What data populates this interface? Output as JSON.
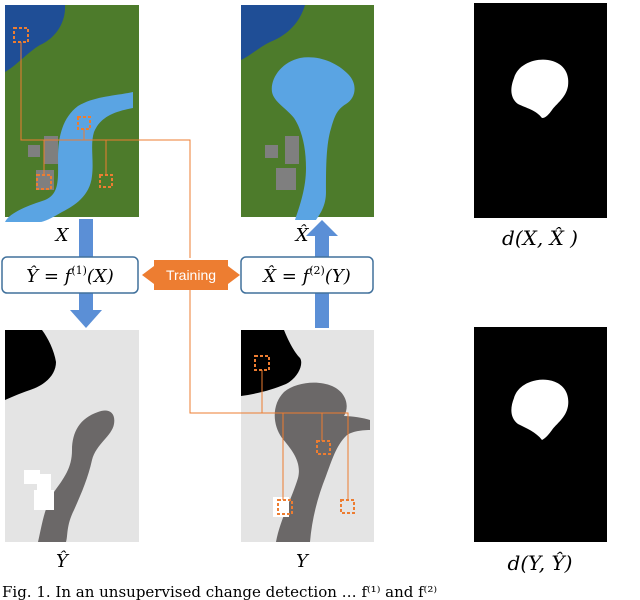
{
  "labels": {
    "x": "X",
    "x_hat": "X̂",
    "y_hat": "Ŷ",
    "y": "Y",
    "d_x": "d(X, X̂ )",
    "d_y": "d(Y, Ŷ)"
  },
  "boxes": {
    "f1": {
      "lhs": "Ŷ",
      "eq": " = ",
      "fn": "f",
      "sup": "(1)",
      "arg": "(X)"
    },
    "f2": {
      "lhs": "X̂",
      "eq": " = ",
      "fn": "f",
      "sup": "(2)",
      "arg": "(Y)"
    },
    "training": "Training"
  },
  "caption": "Fig. 1.  In   an   unsupervised   change   detection   …   f⁽¹⁾   and   f⁽²⁾",
  "colors": {
    "grass": "#4d7b2b",
    "river": "#5aa4e3",
    "lake": "#1f4e96",
    "building_color": "#7f7f7f",
    "light_bg": "#e4e4e4",
    "dark_region": "#6b6868",
    "white": "#ffffff",
    "black": "#000000",
    "orange": "#ed7d31",
    "arrow_blue": "#5b8fd6",
    "box_border": "#41719c"
  }
}
